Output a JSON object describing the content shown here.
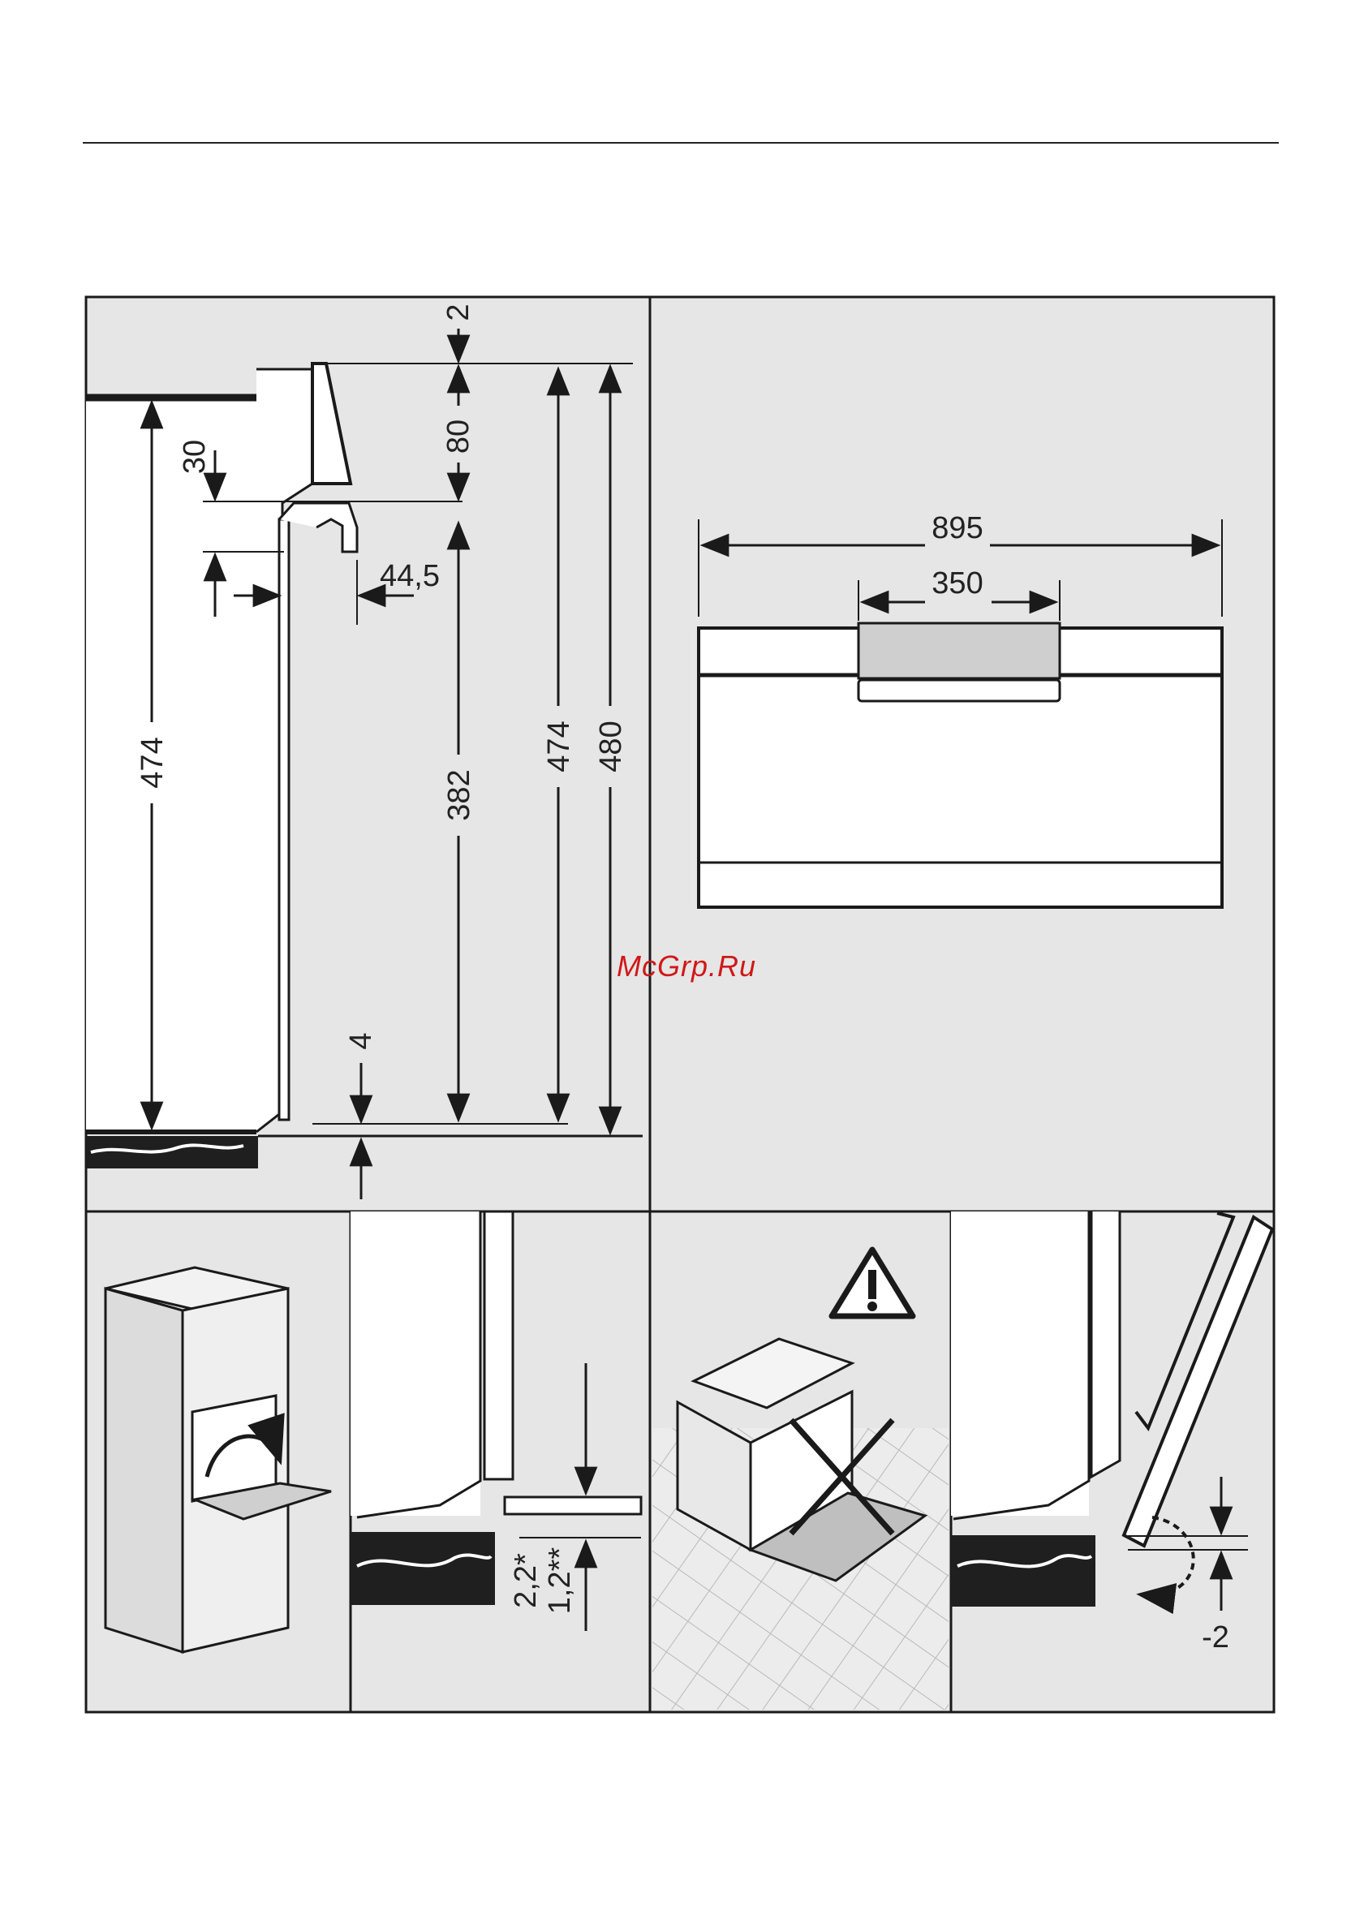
{
  "watermark": "McGrp.Ru",
  "panel_side_view": {
    "dims": {
      "top_gap": "2",
      "trim_height": "80",
      "recess": "30",
      "offset": "44,5",
      "niche_height_left": "474",
      "front_height": "382",
      "niche_height_right": "474",
      "overall_height": "480",
      "bottom_gap": "4"
    }
  },
  "panel_front_view": {
    "dims": {
      "overall_width": "895",
      "panel_width": "350"
    }
  },
  "panel_gap_detail": {
    "dims": {
      "gap_1": "2,2*",
      "gap_2": "1,2**"
    }
  },
  "panel_door_detail": {
    "dims": {
      "door_offset": "-2"
    }
  },
  "colors": {
    "panel_bg": "#e6e6e6",
    "line": "#1a1a1a",
    "grey_part": "#cfcfcf",
    "watermark": "#d01818"
  }
}
